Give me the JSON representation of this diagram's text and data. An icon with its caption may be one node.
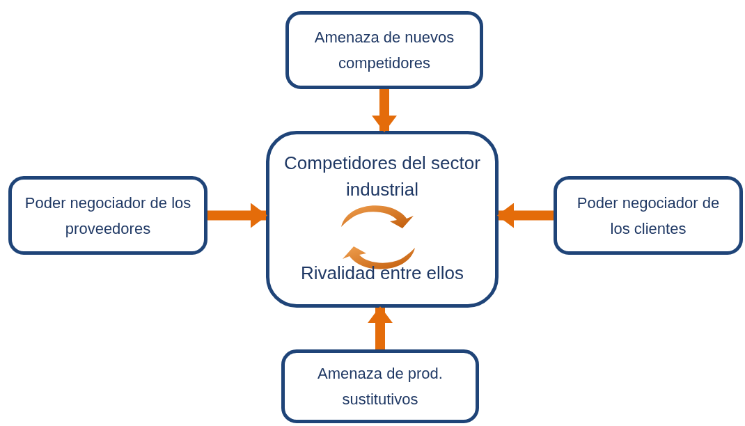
{
  "diagram": {
    "nodes": [
      {
        "text": [
          "Amenaza de nuevos competidores"
        ]
      },
      {
        "text": [
          "Competidores del sector industrial",
          "Rivalidad entre ellos"
        ]
      },
      {
        "text": [
          "Poder negociador de los proveedores"
        ]
      },
      {
        "text": [
          "Poder negociador de los clientes"
        ]
      },
      {
        "text": [
          "Amenaza de prod. sustitutivos"
        ]
      }
    ],
    "edges": [
      {
        "from": 0,
        "to": 1,
        "arrow": "to"
      },
      {
        "from": 2,
        "to": 1,
        "arrow": "to"
      },
      {
        "from": 3,
        "to": 1,
        "arrow": "to"
      },
      {
        "from": 4,
        "to": 1,
        "arrow": "to"
      }
    ]
  }
}
